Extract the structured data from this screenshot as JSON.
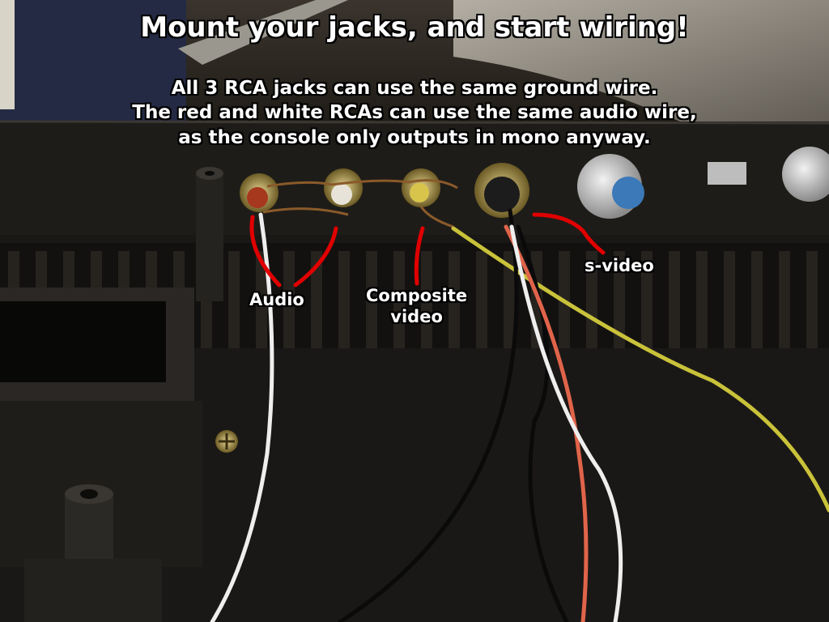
{
  "headline": "Mount your jacks, and start wiring!",
  "note_lines": [
    "All 3 RCA jacks can use the same ground wire.",
    "The red and white RCAs can use the same audio wire,",
    "as the console only outputs in mono anyway."
  ],
  "labels": {
    "audio": "Audio",
    "composite_line1": "Composite",
    "composite_line2": "video",
    "svideo": "s-video"
  },
  "colors": {
    "annotation_marker": "#e00000",
    "caption_text": "#ffffff",
    "caption_outline": "#000000",
    "console_plastic": "#1a1816",
    "wire_yellow": "#c9c23a",
    "wire_orange": "#e0644a",
    "wire_white": "#eeeeee",
    "wire_black": "#0a0a0a"
  }
}
